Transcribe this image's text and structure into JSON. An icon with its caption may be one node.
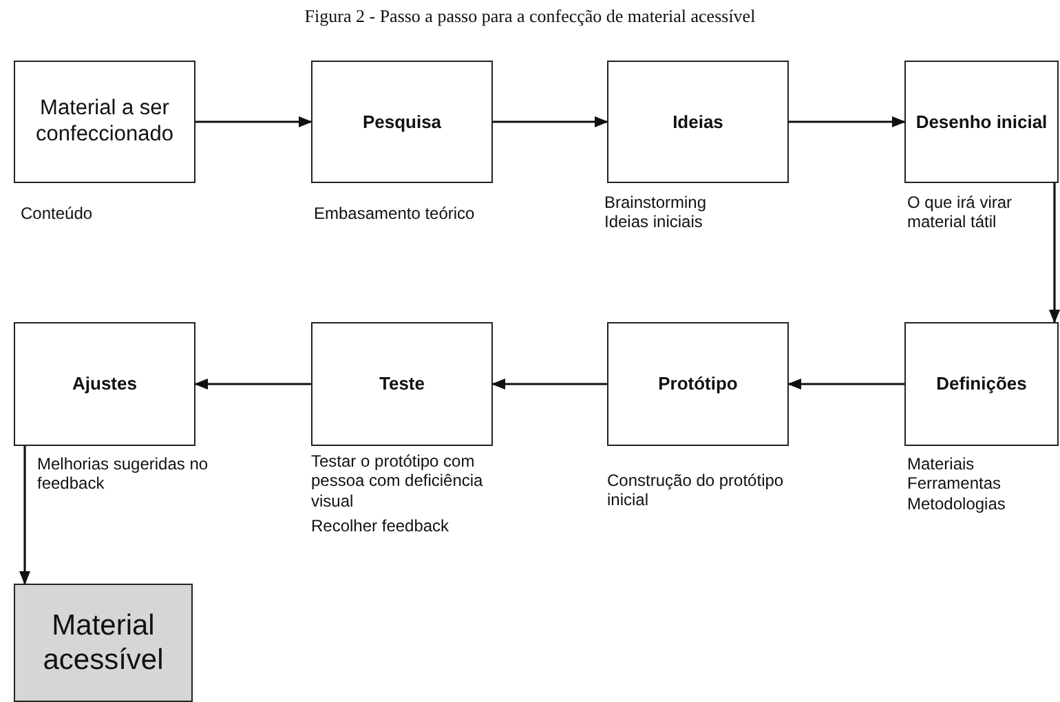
{
  "diagram": {
    "title": "Figura 2 - Passo a passo para a confecção de material acessível",
    "nodes": [
      {
        "text": [
          "Material a ser confeccionado"
        ],
        "beside": [
          "Conteúdo"
        ]
      },
      {
        "text": [
          "Pesquisa"
        ],
        "beside": [
          "Embasamento teórico"
        ]
      },
      {
        "text": [
          "Ideias"
        ],
        "beside": [
          "Brainstorming",
          "Ideias iniciais"
        ]
      },
      {
        "text": [
          "Desenho inicial"
        ],
        "beside": [
          "O que irá virar material tátil"
        ]
      },
      {
        "text": [
          "Definições"
        ],
        "beside": [
          "Materiais",
          "Ferramentas",
          "Metodologias"
        ]
      },
      {
        "text": [
          "Protótipo"
        ],
        "beside": [
          "Construção do protótipo inicial"
        ]
      },
      {
        "text": [
          "Teste"
        ],
        "beside": [
          "Testar o protótipo com pessoa com deficiência visual",
          "Recolher feedback"
        ]
      },
      {
        "text": [
          "Ajustes"
        ],
        "beside": [
          "Melhorias sugeridas no feedback"
        ]
      },
      {
        "text": [
          "Material acessível"
        ]
      }
    ],
    "edges": [
      {
        "from": 0,
        "to": 1,
        "arrow": "to"
      },
      {
        "from": 1,
        "to": 2,
        "arrow": "to"
      },
      {
        "from": 2,
        "to": 3,
        "arrow": "to"
      },
      {
        "from": 3,
        "to": 4,
        "arrow": "to"
      },
      {
        "from": 4,
        "to": 5,
        "arrow": "to"
      },
      {
        "from": 5,
        "to": 6,
        "arrow": "to"
      },
      {
        "from": 6,
        "to": 7,
        "arrow": "to"
      },
      {
        "from": 7,
        "to": 8,
        "arrow": "to"
      }
    ]
  }
}
